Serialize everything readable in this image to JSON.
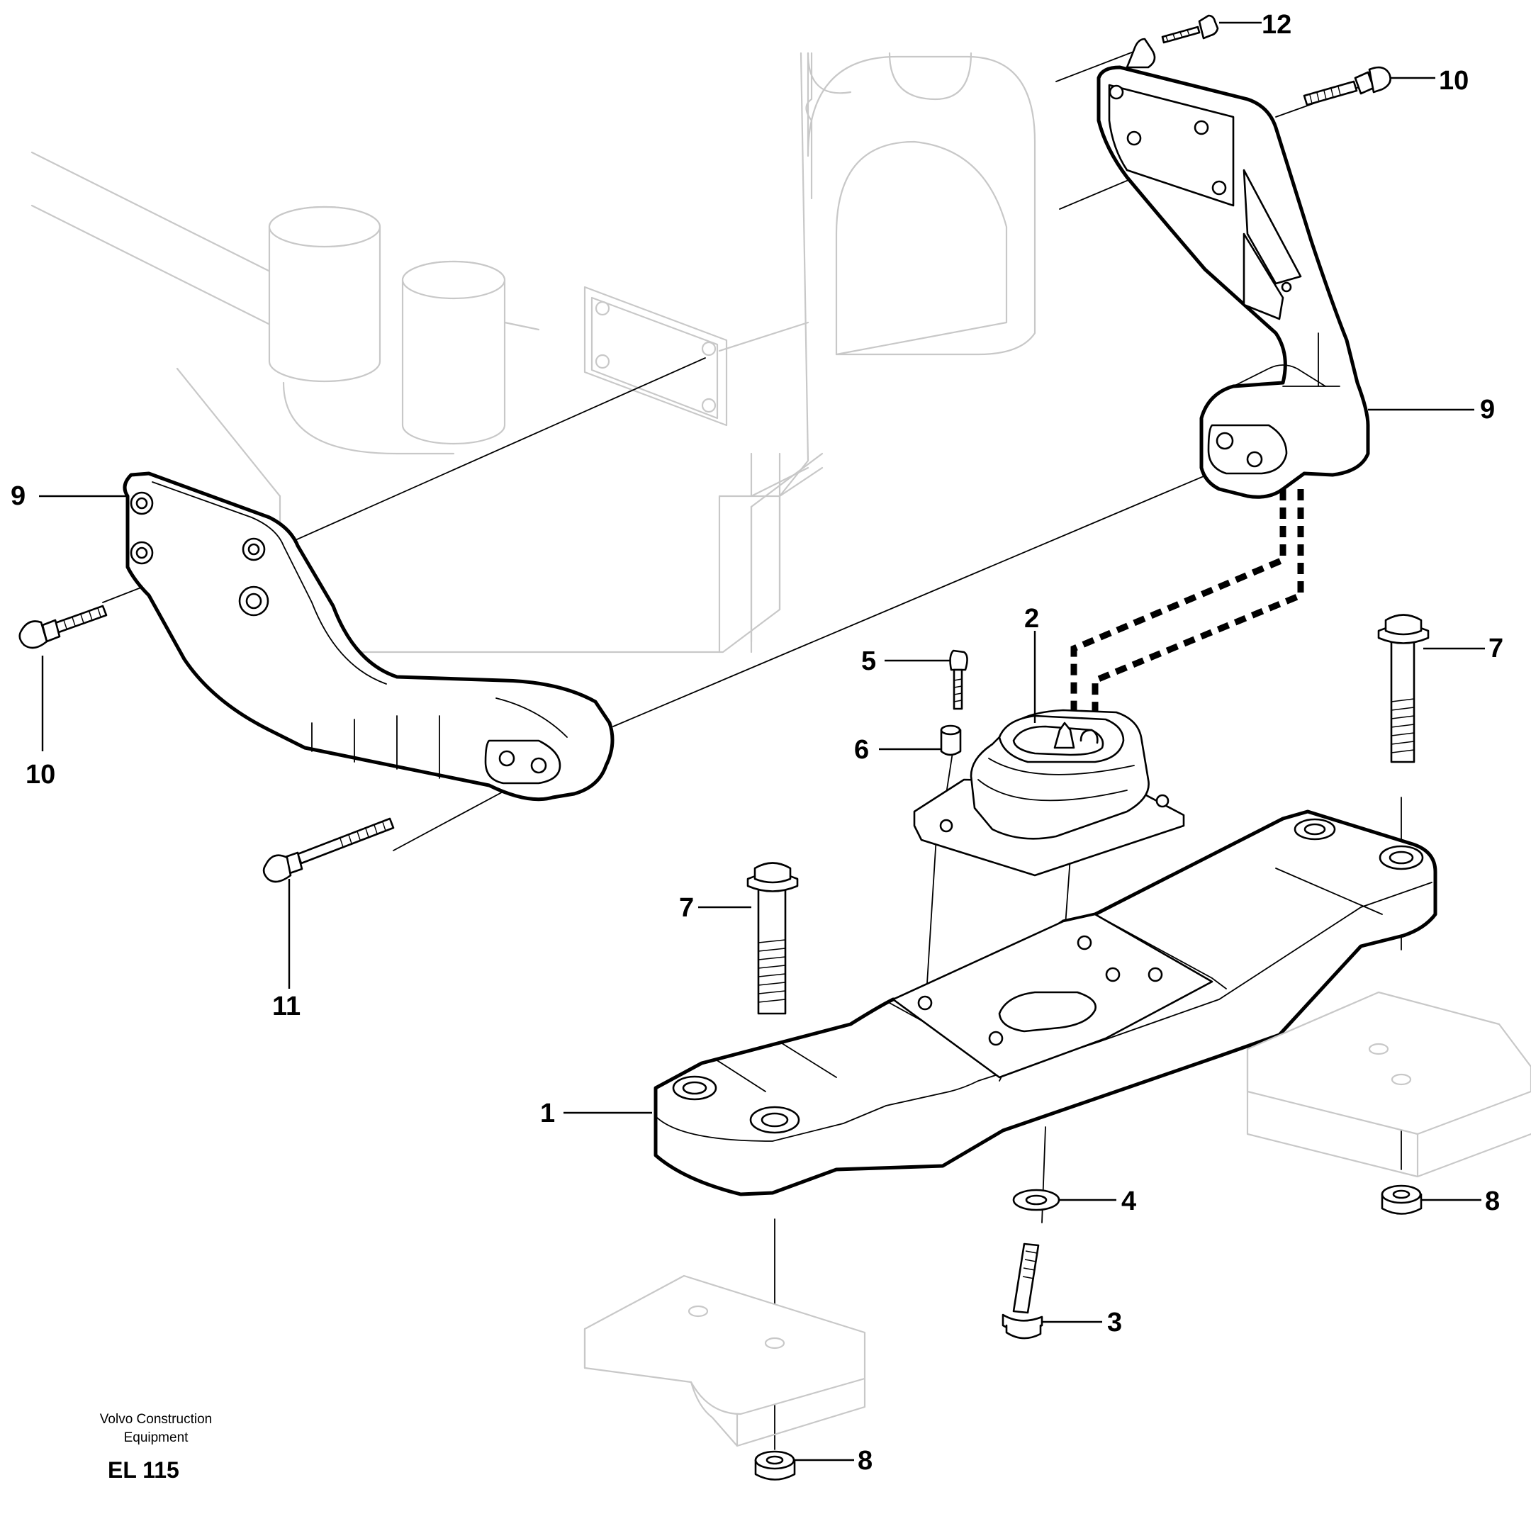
{
  "callouts": [
    {
      "id": "1",
      "text": "1"
    },
    {
      "id": "2",
      "text": "2"
    },
    {
      "id": "3",
      "text": "3"
    },
    {
      "id": "4",
      "text": "4"
    },
    {
      "id": "5",
      "text": "5"
    },
    {
      "id": "6",
      "text": "6"
    },
    {
      "id": "7a",
      "text": "7"
    },
    {
      "id": "7b",
      "text": "7"
    },
    {
      "id": "8a",
      "text": "8"
    },
    {
      "id": "8b",
      "text": "8"
    },
    {
      "id": "9a",
      "text": "9"
    },
    {
      "id": "9b",
      "text": "9"
    },
    {
      "id": "10a",
      "text": "10"
    },
    {
      "id": "10b",
      "text": "10"
    },
    {
      "id": "11",
      "text": "11"
    },
    {
      "id": "12",
      "text": "12"
    }
  ],
  "footer": {
    "brand_line1": "Volvo Construction",
    "brand_line2": "Equipment",
    "code": "EL 115"
  }
}
